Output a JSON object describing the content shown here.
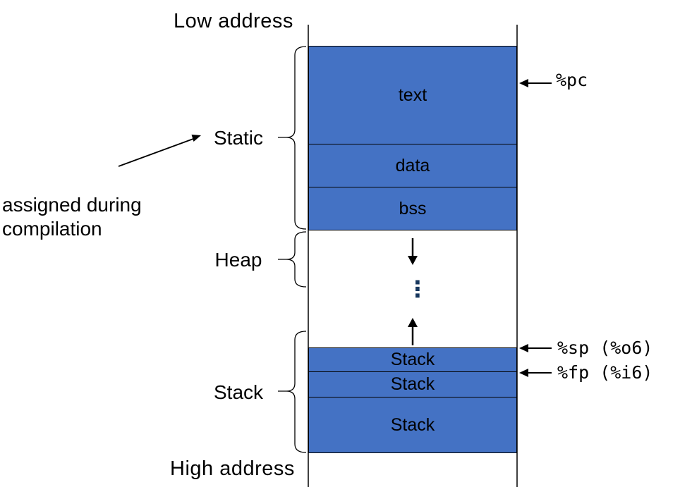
{
  "labels": {
    "low_address": "Low address",
    "high_address": "High address",
    "annotation": "assigned during compilation"
  },
  "groups": {
    "static": "Static",
    "heap": "Heap",
    "stack": "Stack"
  },
  "segments": {
    "text": "text",
    "data": "data",
    "bss": "bss",
    "stack_frame_1": "Stack",
    "stack_frame_2": "Stack",
    "stack_frame_3": "Stack"
  },
  "registers": {
    "pc": "%pc",
    "sp": "%sp (%o6)",
    "fp": "%fp (%i6)"
  },
  "heap_area": {
    "ellipsis": "⋮"
  },
  "colors": {
    "segment_fill": "#4472C4",
    "line": "#000000"
  }
}
